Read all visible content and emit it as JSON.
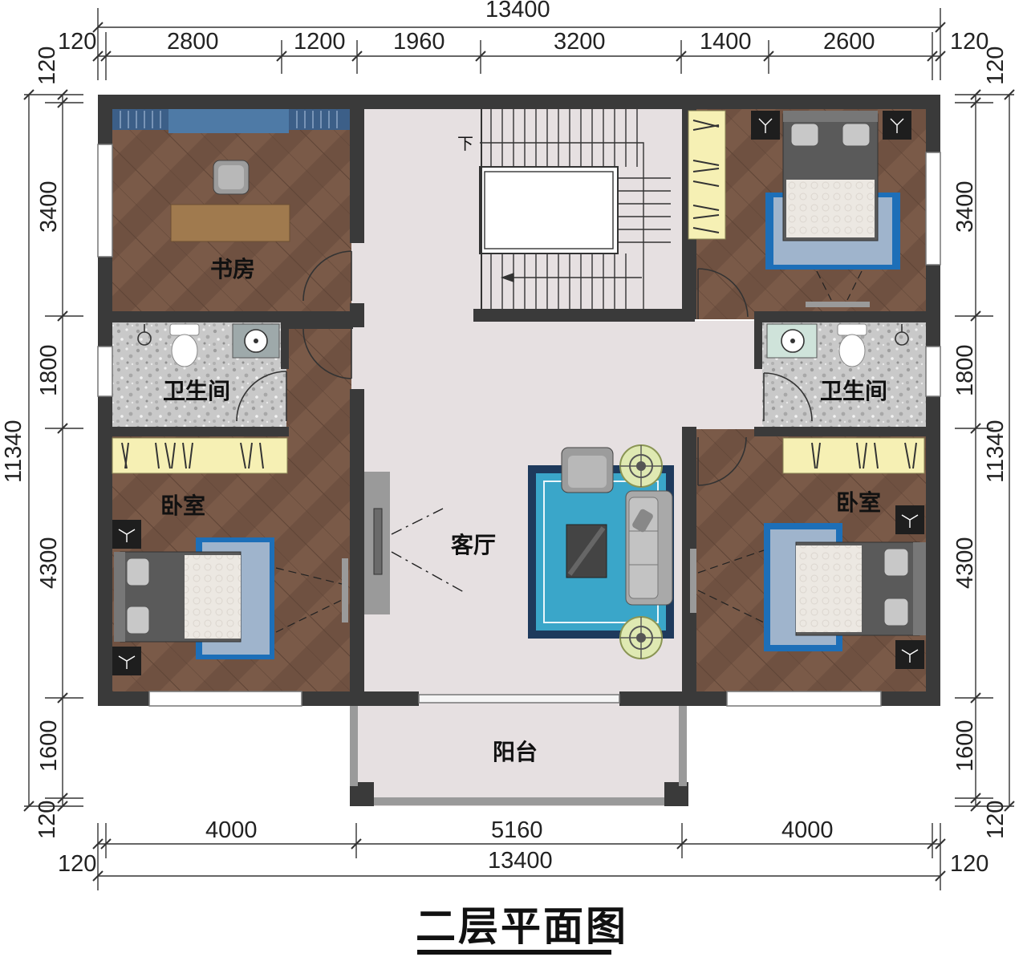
{
  "plan_title": "二层平面图",
  "rooms": {
    "study": "书房",
    "bath_left": "卫生间",
    "bath_right": "卫生间",
    "bedroom_left": "卧室",
    "bedroom_right": "卧室",
    "living": "客厅",
    "balcony": "阳台",
    "stair_down": "下"
  },
  "dimensions": {
    "top_total": "13400",
    "top_wall_left": "120",
    "top_wall_right": "120",
    "top_segments": [
      "2800",
      "1200",
      "1960",
      "3200",
      "1400",
      "2600"
    ],
    "bottom_segments": [
      "4000",
      "5160",
      "4000"
    ],
    "bottom_total": "13400",
    "bottom_wall_left": "120",
    "bottom_wall_right": "120",
    "left_total": "11340",
    "right_total": "11340",
    "left_segments": [
      "3400",
      "1800",
      "4300",
      "1600"
    ],
    "right_segments": [
      "3400",
      "1800",
      "4300",
      "1600"
    ],
    "left_wall_top": "120",
    "left_wall_bottom": "120",
    "right_wall_top": "120",
    "right_wall_bottom": "120"
  },
  "colors": {
    "wall": "#3a3a3a",
    "wood_floor": "#7a5a48",
    "living_floor": "#e6e0e1",
    "rug_blue": "#3aa6c9",
    "bedding": "#ece8e2",
    "wardrobe": "#f6f0b4"
  }
}
